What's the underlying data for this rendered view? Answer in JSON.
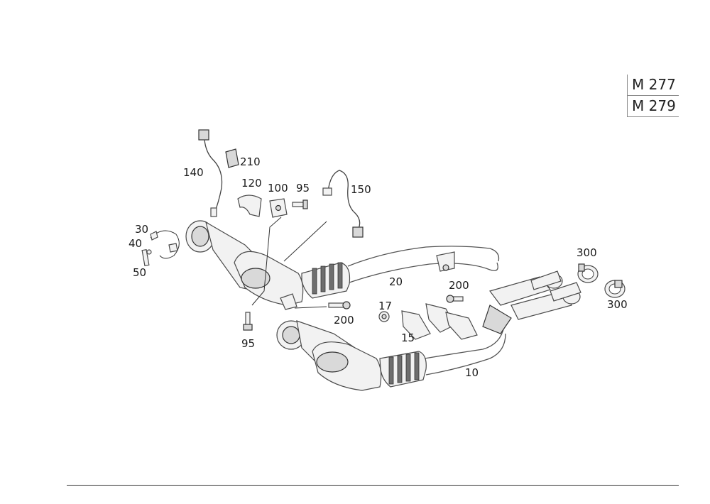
{
  "models": [
    "M 277",
    "M 279"
  ],
  "callouts": {
    "p10": "10",
    "p15": "15",
    "p17": "17",
    "p20": "20",
    "p30": "30",
    "p40": "40",
    "p50": "50",
    "p95a": "95",
    "p95b": "95",
    "p100": "100",
    "p120": "120",
    "p140": "140",
    "p150": "150",
    "p200a": "200",
    "p200b": "200",
    "p210": "210",
    "p300a": "300",
    "p300b": "300"
  }
}
